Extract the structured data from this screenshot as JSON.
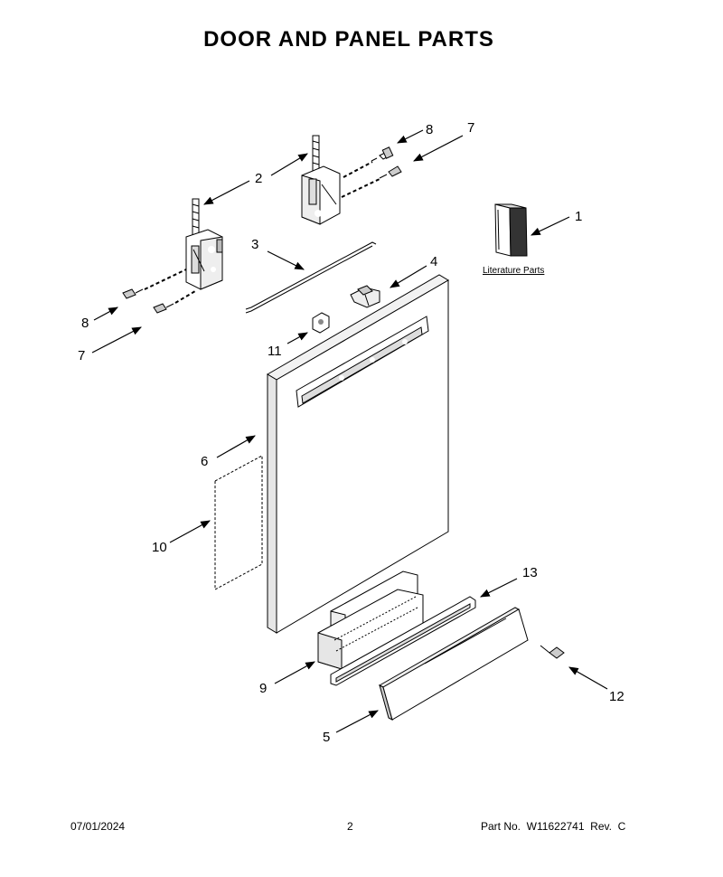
{
  "title": "DOOR AND PANEL PARTS",
  "callouts": [
    "1",
    "2",
    "3",
    "4",
    "5",
    "6",
    "7",
    "7",
    "8",
    "8",
    "9",
    "10",
    "11",
    "12",
    "13"
  ],
  "literature_label": "Literature Parts",
  "footer": {
    "date": "07/01/2024",
    "page": "2",
    "part_no": "Part No.  W11622741  Rev.  C"
  }
}
